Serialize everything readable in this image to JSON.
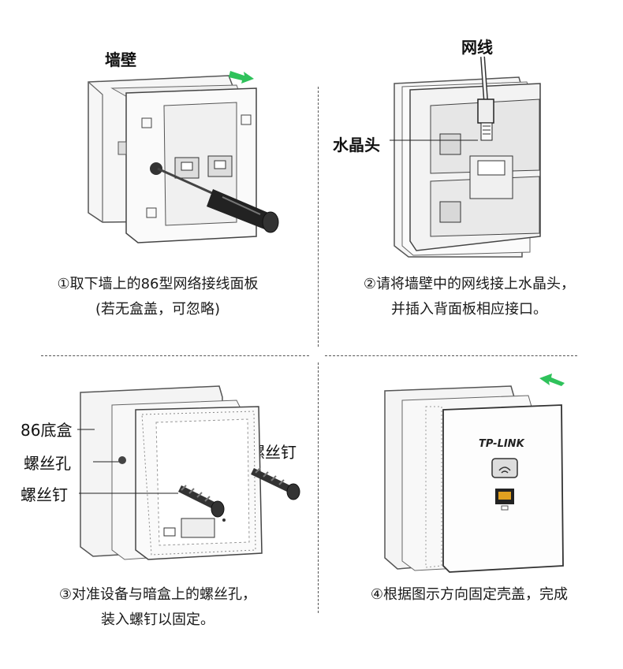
{
  "steps": [
    {
      "caption_line1": "①取下墙上的86型网络接线面板",
      "caption_line2": "(若无盒盖，可忽略)",
      "labels": {
        "wall": "墙壁"
      }
    },
    {
      "caption_line1": "②请将墙壁中的网线接上水晶头，",
      "caption_line2": "并插入背面板相应接口。",
      "labels": {
        "cable": "网线",
        "connector": "水晶头"
      }
    },
    {
      "caption_line1": "③对准设备与暗盒上的螺丝孔，",
      "caption_line2": "装入螺钉以固定。",
      "labels": {
        "box": "86底盒",
        "hole": "螺丝孔",
        "screw_left": "螺丝钉",
        "screw_right": "螺丝钉"
      }
    },
    {
      "caption_line1": "④根据图示方向固定壳盖，完成",
      "caption_line2": "",
      "labels": {
        "brand": "TP-LINK"
      }
    }
  ],
  "colors": {
    "arrow": "#2fc25b",
    "outline": "#555555",
    "shade": "#e9e9e9"
  }
}
